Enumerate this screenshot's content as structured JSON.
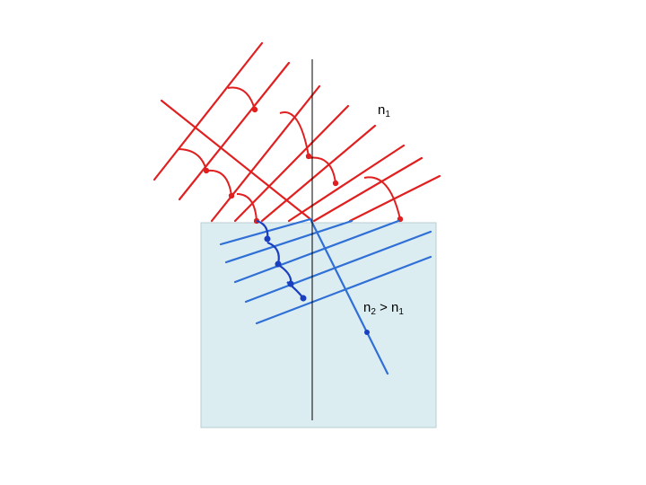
{
  "diagram": {
    "upper_medium": {
      "symbol": "n",
      "subscript": "1"
    },
    "lower_medium": {
      "symbol": "n",
      "subscript": "2",
      "relation": ">",
      "compare_symbol": "n",
      "compare_subscript": "1"
    },
    "colors": {
      "incident": "#e02020",
      "refracted": "#2f6fd6",
      "refracted_dark": "#1a3fbf",
      "medium_fill": "#dcedf2",
      "medium_edge": "#b9cdd3",
      "normal_line": "#000000"
    }
  }
}
